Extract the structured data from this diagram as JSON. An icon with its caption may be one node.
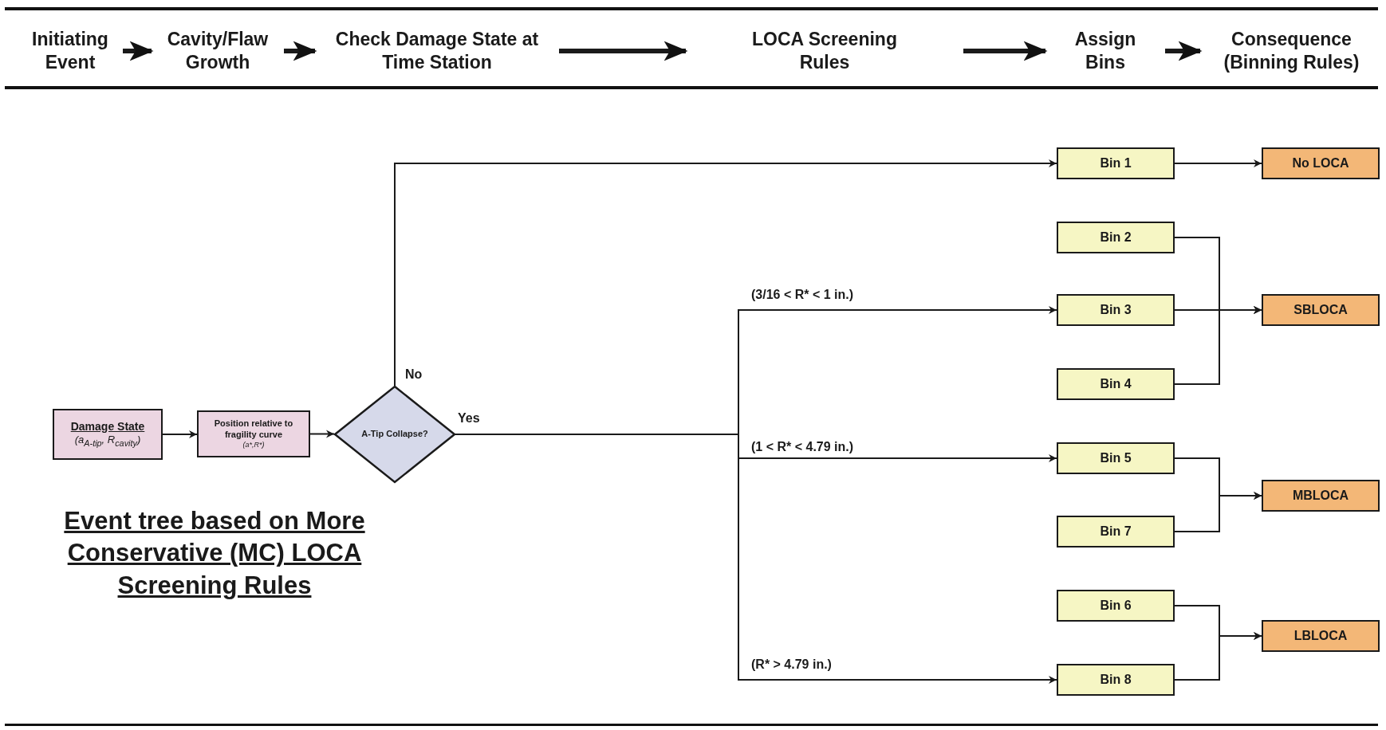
{
  "diagram": {
    "title": "Event tree based on More Conservative (MC) LOCA Screening Rules",
    "nodes": [
      {
        "text": [
          "Initiating Event"
        ]
      },
      {
        "text": [
          "Cavity/Flaw Growth"
        ]
      },
      {
        "text": [
          "Check Damage State at Time Station"
        ]
      },
      {
        "text": [
          "LOCA Screening Rules"
        ]
      },
      {
        "text": [
          "Assign Bins"
        ]
      },
      {
        "text": [
          "Consequence (Binning Rules)"
        ]
      },
      {
        "text": [
          "Damage State",
          "(a$_{A-tip}$, R$_{cavity}$)"
        ]
      },
      {
        "text": [
          "Position relative to fragility curve",
          "(a*,R*)"
        ]
      },
      {
        "text": [
          "A-Tip Collapse?"
        ]
      },
      {
        "text": [
          "Bin 1"
        ]
      },
      {
        "text": [
          "Bin 2"
        ]
      },
      {
        "text": [
          "Bin 3"
        ]
      },
      {
        "text": [
          "Bin 4"
        ]
      },
      {
        "text": [
          "Bin 5"
        ]
      },
      {
        "text": [
          "Bin 7"
        ]
      },
      {
        "text": [
          "Bin 6"
        ]
      },
      {
        "text": [
          "Bin 8"
        ]
      },
      {
        "text": [
          "No LOCA"
        ]
      },
      {
        "text": [
          "SBLOCA"
        ]
      },
      {
        "text": [
          "MBLOCA"
        ]
      },
      {
        "text": [
          "LBLOCA"
        ]
      }
    ],
    "edges": [
      {
        "from": 0,
        "to": 1,
        "arrow": "to",
        "style": "thick"
      },
      {
        "from": 1,
        "to": 2,
        "arrow": "to",
        "style": "thick"
      },
      {
        "from": 2,
        "to": 3,
        "arrow": "to",
        "style": "thick"
      },
      {
        "from": 3,
        "to": 4,
        "arrow": "to",
        "style": "thick"
      },
      {
        "from": 4,
        "to": 5,
        "arrow": "to",
        "style": "thick"
      },
      {
        "from": 6,
        "to": 7,
        "arrow": "to"
      },
      {
        "from": 7,
        "to": 8,
        "arrow": "to"
      },
      {
        "from": 8,
        "to": 9,
        "arrow": "to",
        "label": "No"
      },
      {
        "from": 8,
        "to": 11,
        "arrow": "to",
        "label": "(3/16 < R* < 1 in.)"
      },
      {
        "from": 8,
        "to": 13,
        "arrow": "to",
        "label": "(1 < R* < 4.79 in.)"
      },
      {
        "from": 8,
        "to": 16,
        "arrow": "to",
        "label": "(R* > 4.79 in.)"
      },
      {
        "from": 9,
        "to": 17,
        "arrow": "to"
      },
      {
        "from": 10,
        "to": 18,
        "arrow": "to"
      },
      {
        "from": 11,
        "to": 18,
        "arrow": "to"
      },
      {
        "from": 12,
        "to": 18,
        "arrow": "to"
      },
      {
        "from": 13,
        "to": 19,
        "arrow": "to"
      },
      {
        "from": 14,
        "to": 19,
        "arrow": "to"
      },
      {
        "from": 15,
        "to": 20,
        "arrow": "to"
      },
      {
        "from": 16,
        "to": 20,
        "arrow": "to"
      }
    ],
    "labels": [
      "Yes"
    ]
  }
}
